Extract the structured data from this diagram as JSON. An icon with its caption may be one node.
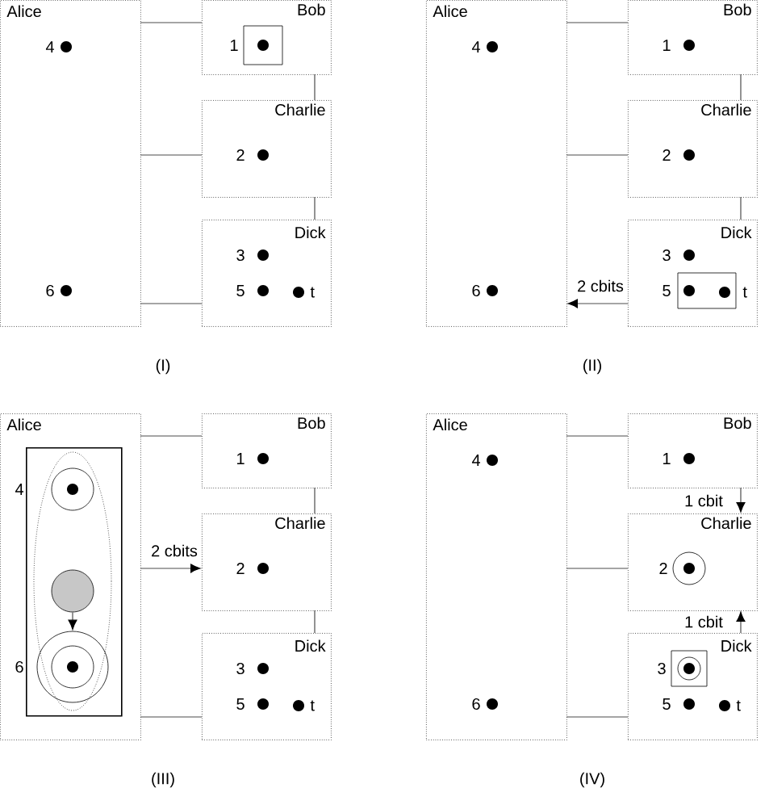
{
  "diagram": {
    "nodes": [
      {
        "text": [
          "Alice",
          "4",
          "6"
        ]
      },
      {
        "text": [
          "Bob",
          "1"
        ]
      },
      {
        "text": [
          "Charlie",
          "2"
        ]
      },
      {
        "text": [
          "Dick",
          "3",
          "5",
          "t"
        ]
      },
      {
        "text": [
          "Alice",
          "4",
          "6"
        ]
      },
      {
        "text": [
          "Bob",
          "1"
        ]
      },
      {
        "text": [
          "Charlie",
          "2"
        ]
      },
      {
        "text": [
          "Dick",
          "3",
          "5",
          "t"
        ]
      },
      {
        "text": [
          "Alice",
          "4",
          "6"
        ]
      },
      {
        "text": [
          "Bob",
          "1"
        ]
      },
      {
        "text": [
          "Charlie",
          "2"
        ]
      },
      {
        "text": [
          "Dick",
          "3",
          "5",
          "t"
        ]
      },
      {
        "text": [],
        "shape": "box",
        "in": 8
      },
      {
        "text": [],
        "shape": "circle",
        "in": 12
      },
      {
        "text": [],
        "shape": "circle",
        "in": 12
      },
      {
        "text": [],
        "shape": "circle",
        "in": 12
      },
      {
        "text": [],
        "shape": "circle",
        "in": 15
      },
      {
        "text": [
          "Alice",
          "4",
          "6"
        ]
      },
      {
        "text": [
          "Bob",
          "1"
        ]
      },
      {
        "text": [
          "Charlie",
          "2"
        ]
      },
      {
        "text": [
          "Dick",
          "3",
          "5",
          "t"
        ]
      }
    ],
    "edges": [
      {
        "from": 0,
        "to": 1,
        "arrow": "none"
      },
      {
        "from": 0,
        "to": 2,
        "arrow": "none"
      },
      {
        "from": 0,
        "to": 3,
        "arrow": "none"
      },
      {
        "from": 1,
        "to": 2,
        "arrow": "none"
      },
      {
        "from": 2,
        "to": 3,
        "arrow": "none"
      },
      {
        "from": 4,
        "to": 5,
        "arrow": "none"
      },
      {
        "from": 4,
        "to": 6,
        "arrow": "none"
      },
      {
        "from": 7,
        "to": 4,
        "label": "2 cbits",
        "arrow": "to"
      },
      {
        "from": 5,
        "to": 6,
        "arrow": "none"
      },
      {
        "from": 6,
        "to": 7,
        "arrow": "none"
      },
      {
        "from": 8,
        "to": 9,
        "arrow": "none"
      },
      {
        "from": 8,
        "to": 10,
        "label": "2 cbits",
        "arrow": "to"
      },
      {
        "from": 8,
        "to": 11,
        "arrow": "none"
      },
      {
        "from": 9,
        "to": 10,
        "arrow": "none"
      },
      {
        "from": 10,
        "to": 11,
        "arrow": "none"
      },
      {
        "from": 14,
        "to": 15,
        "arrow": "to"
      },
      {
        "from": 17,
        "to": 18,
        "arrow": "none"
      },
      {
        "from": 17,
        "to": 19,
        "arrow": "none"
      },
      {
        "from": 17,
        "to": 20,
        "arrow": "none"
      },
      {
        "from": 18,
        "to": 19,
        "label": "1 cbit",
        "arrow": "to"
      },
      {
        "from": 20,
        "to": 19,
        "label": "1 cbit",
        "arrow": "to"
      }
    ],
    "labels": [
      "(I)",
      "(II)",
      "(III)",
      "(IV)"
    ]
  }
}
